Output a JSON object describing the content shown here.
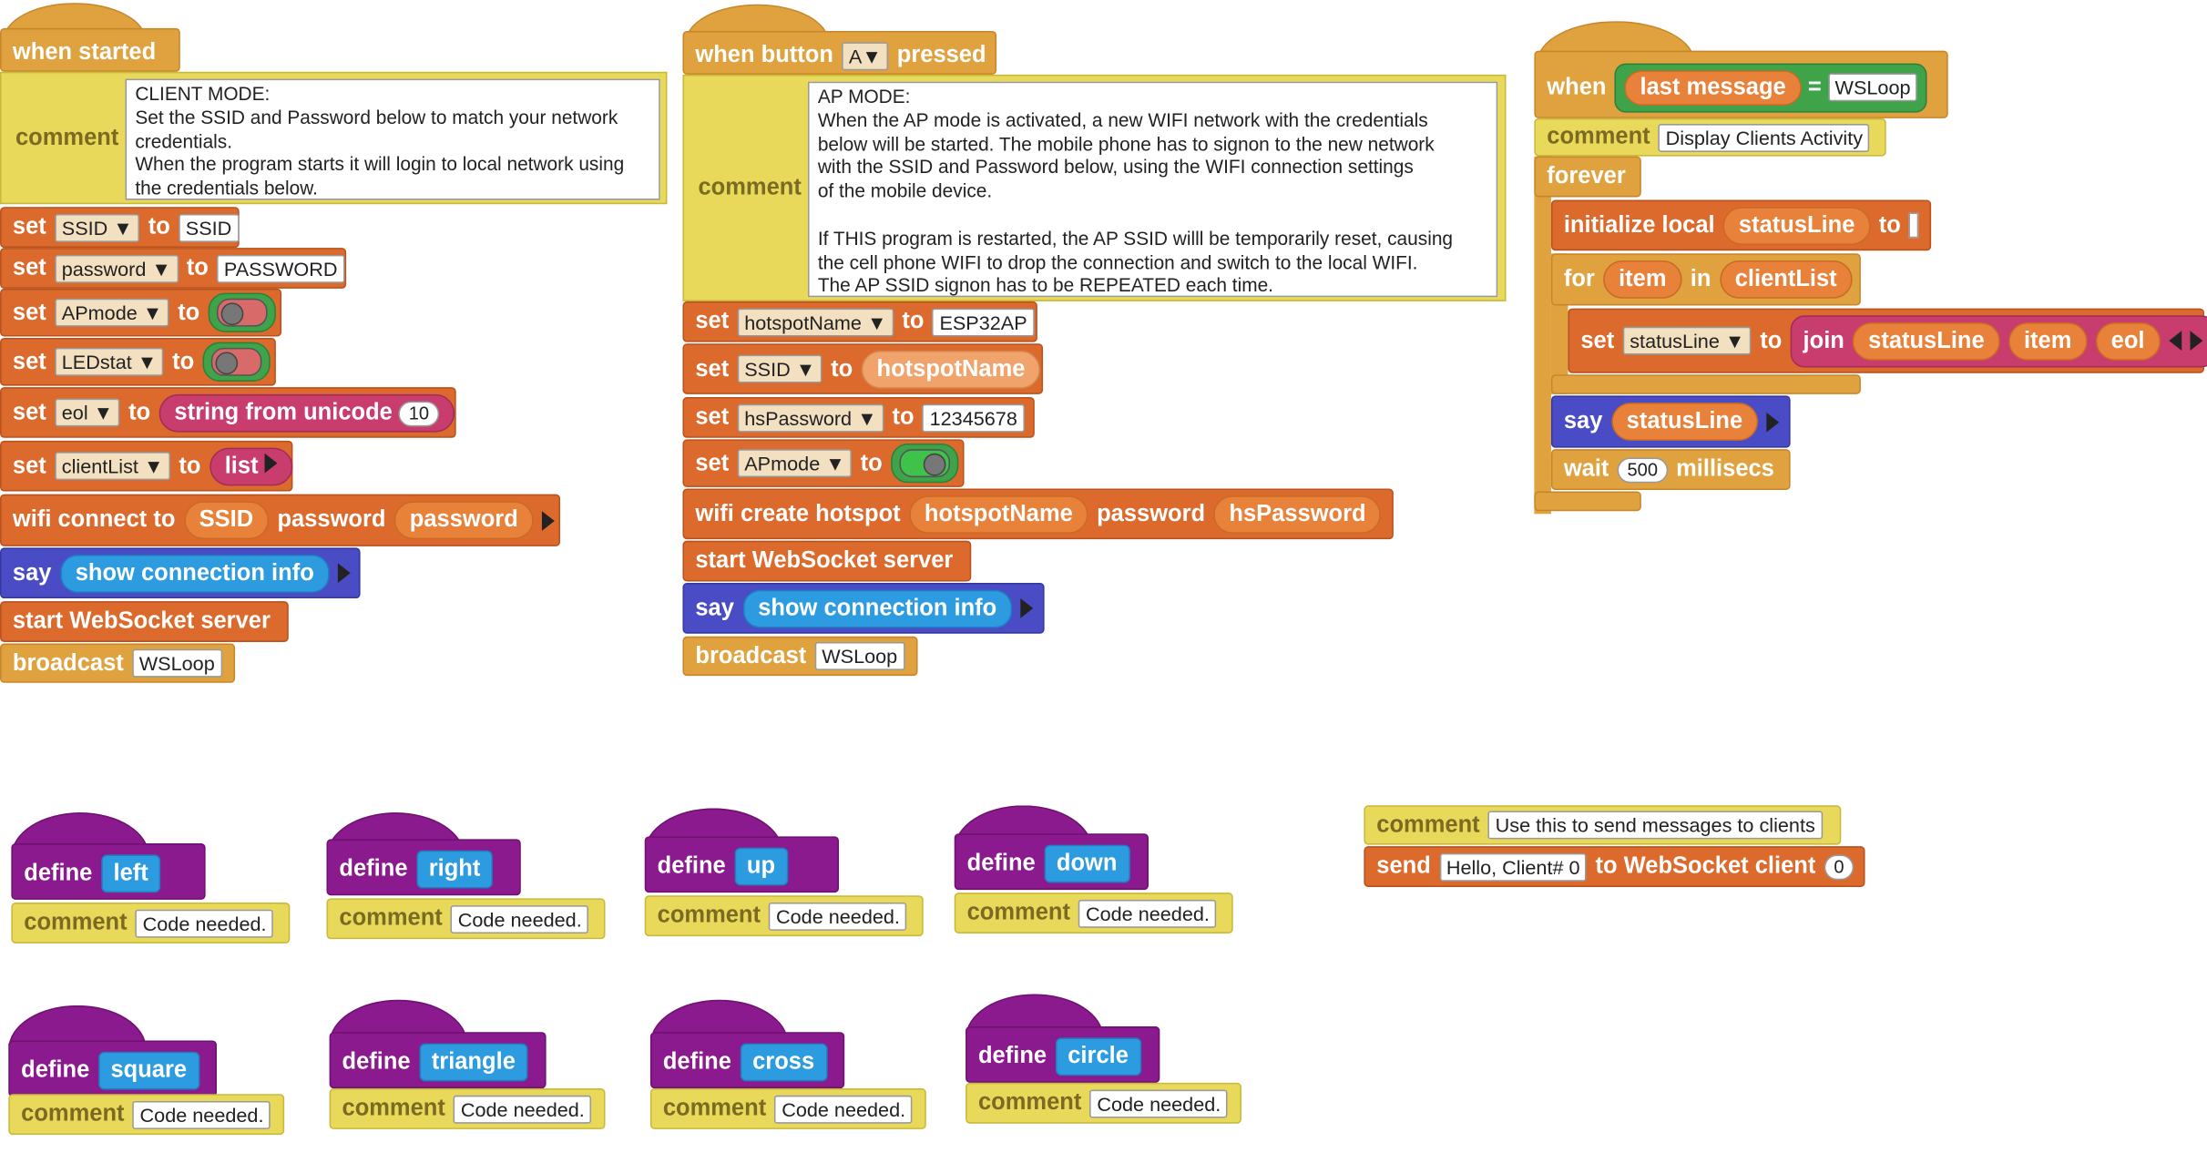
{
  "client_script": {
    "hat": "when started",
    "comment_label": "comment",
    "comment_text": "CLIENT MODE:\nSet the SSID and Password below to match your network credentials.\nWhen the program starts it will login to local network using the credentials below.",
    "set_kw": "set",
    "to_kw": "to",
    "set_ssid": {
      "var": "SSID",
      "value": "SSID"
    },
    "set_password": {
      "var": "password",
      "value": "PASSWORD"
    },
    "set_apmode": {
      "var": "APmode",
      "value": "false"
    },
    "set_ledstat": {
      "var": "LEDstat",
      "value": "false"
    },
    "set_eol": {
      "var": "eol",
      "reporter": "string from unicode",
      "value": "10"
    },
    "set_clientlist": {
      "var": "clientList",
      "reporter": "list"
    },
    "wifi_connect": {
      "label": "wifi connect to",
      "ssid": "SSID",
      "password_label": "password",
      "password": "password"
    },
    "say": {
      "label": "say",
      "reporter": "show connection info"
    },
    "start_ws": "start WebSocket server",
    "broadcast": {
      "label": "broadcast",
      "value": "WSLoop"
    }
  },
  "ap_script": {
    "hat_prefix": "when button",
    "button": "A",
    "hat_suffix": "pressed",
    "comment_label": "comment",
    "comment_text": "AP MODE:\nWhen the AP mode is activated, a new WIFI network with the credentials\nbelow will be started. The mobile phone has to signon to the new network\nwith the SSID and Password below, using the WIFI connection settings\nof the mobile device.\n\nIf THIS program is restarted, the AP SSID willl be temporarily reset, causing\nthe cell phone WIFI to drop the connection and switch to the local WIFI.\nThe AP SSID signon has to be REPEATED each time.",
    "set_kw": "set",
    "to_kw": "to",
    "set_hotspot": {
      "var": "hotspotName",
      "value": "ESP32AP"
    },
    "set_ssid": {
      "var": "SSID",
      "value": "hotspotName"
    },
    "set_hspassword": {
      "var": "hsPassword",
      "value": "12345678"
    },
    "set_apmode": {
      "var": "APmode",
      "value": "true"
    },
    "create_hotspot": {
      "label": "wifi create hotspot",
      "name": "hotspotName",
      "password_label": "password",
      "password": "hsPassword"
    },
    "start_ws": "start WebSocket server",
    "say": {
      "label": "say",
      "reporter": "show connection info"
    },
    "broadcast": {
      "label": "broadcast",
      "value": "WSLoop"
    }
  },
  "loop_script": {
    "when_kw": "when",
    "condition_left": "last message",
    "condition_op": "=",
    "condition_right": "WSLoop",
    "comment_label": "comment",
    "comment_text": "Display Clients Activity",
    "forever": "forever",
    "init_local": {
      "label": "initialize local",
      "var": "statusLine",
      "to_kw": "to"
    },
    "for_loop": {
      "label": "for",
      "item": "item",
      "in_kw": "in",
      "list": "clientList"
    },
    "set_inner": {
      "set_kw": "set",
      "var": "statusLine",
      "to_kw": "to",
      "join": "join",
      "a": "statusLine",
      "b": "item",
      "c": "eol"
    },
    "say": {
      "label": "say",
      "reporter": "statusLine"
    },
    "wait": {
      "label": "wait",
      "value": "500",
      "unit": "millisecs"
    }
  },
  "send_script": {
    "comment_label": "comment",
    "comment_text": "Use this to send messages to clients",
    "send_label": "send",
    "message": "Hello, Client# 0",
    "to_label": "to WebSocket client",
    "client": "0"
  },
  "defines": {
    "define_kw": "define",
    "comment_label": "comment",
    "comment_text": "Code needed.",
    "names": [
      "left",
      "right",
      "up",
      "down",
      "square",
      "triangle",
      "cross",
      "circle"
    ]
  },
  "colors": {
    "event": "#e0a23f",
    "variables": "#db6a2c",
    "comment": "#e8d95a",
    "say": "#4a4cc6",
    "define": "#8b1a8e",
    "reporter_blue": "#2d9be0",
    "string": "#c83c6e",
    "operator": "#3fa34a"
  }
}
